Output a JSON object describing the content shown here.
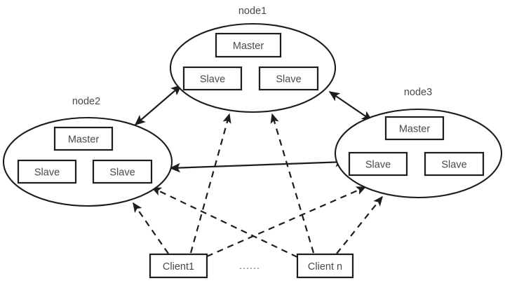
{
  "diagram": {
    "type": "cluster-topology",
    "title": "",
    "accent_color": "#1d1d1d",
    "text_color": "#4a4a4a",
    "background_color": "#ffffff",
    "nodes": [
      {
        "id": "node1",
        "label": "node1",
        "roles": [
          {
            "id": "node1-master",
            "label": "Master"
          },
          {
            "id": "node1-slave-left",
            "label": "Slave"
          },
          {
            "id": "node1-slave-right",
            "label": "Slave"
          }
        ]
      },
      {
        "id": "node2",
        "label": "node2",
        "roles": [
          {
            "id": "node2-master",
            "label": "Master"
          },
          {
            "id": "node2-slave-left",
            "label": "Slave"
          },
          {
            "id": "node2-slave-right",
            "label": "Slave"
          }
        ]
      },
      {
        "id": "node3",
        "label": "node3",
        "roles": [
          {
            "id": "node3-master",
            "label": "Master"
          },
          {
            "id": "node3-slave-left",
            "label": "Slave"
          },
          {
            "id": "node3-slave-right",
            "label": "Slave"
          }
        ]
      }
    ],
    "clients": [
      {
        "id": "client1",
        "label": "Client1"
      },
      {
        "id": "client-n",
        "label": "Client n"
      }
    ],
    "ellipsis": "......",
    "links": {
      "cluster": [
        {
          "from": "node2",
          "to": "node1",
          "style": "solid",
          "arrows": "both"
        },
        {
          "from": "node1",
          "to": "node3",
          "style": "solid",
          "arrows": "both"
        },
        {
          "from": "node2",
          "to": "node3",
          "style": "solid",
          "arrows": "both"
        }
      ],
      "client": [
        {
          "from": "client1",
          "to": "node2",
          "style": "dashed",
          "arrows": "end"
        },
        {
          "from": "client1",
          "to": "node1",
          "style": "dashed",
          "arrows": "end"
        },
        {
          "from": "client1",
          "to": "node3",
          "style": "dashed",
          "arrows": "end"
        },
        {
          "from": "client-n",
          "to": "node2",
          "style": "dashed",
          "arrows": "end"
        },
        {
          "from": "client-n",
          "to": "node1",
          "style": "dashed",
          "arrows": "end"
        },
        {
          "from": "client-n",
          "to": "node3",
          "style": "dashed",
          "arrows": "end"
        }
      ]
    }
  }
}
